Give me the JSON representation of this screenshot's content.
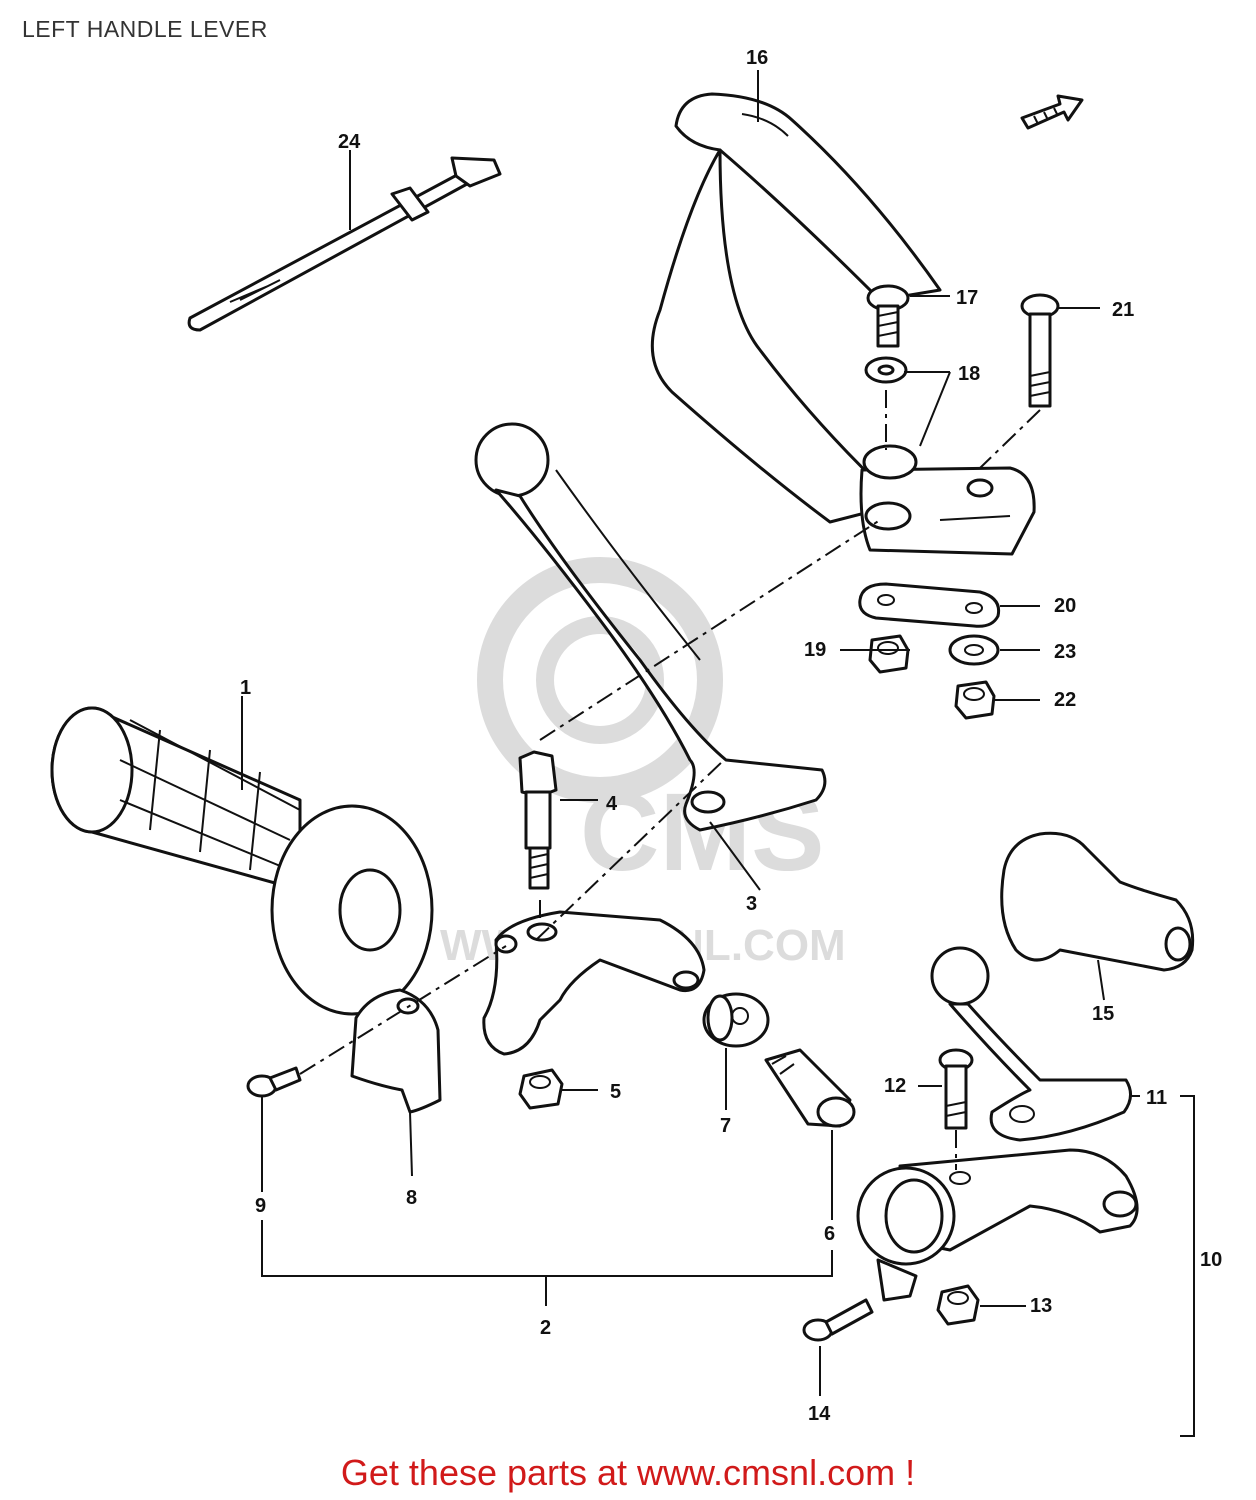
{
  "title": "LEFT HANDLE LEVER",
  "footer": "Get these parts at www.cmsnl.com !",
  "watermark": {
    "logo_text": "CMS",
    "url_text": "WWW.CMSNL.COM"
  },
  "colors": {
    "footer": "#d11a1a",
    "line": "#111111",
    "watermark": "#dcdcdc"
  },
  "parts": {
    "p1": "1",
    "p2": "2",
    "p3": "3",
    "p4": "4",
    "p5": "5",
    "p6": "6",
    "p7": "7",
    "p8": "8",
    "p9": "9",
    "p10": "10",
    "p11": "11",
    "p12": "12",
    "p13": "13",
    "p14": "14",
    "p15": "15",
    "p16": "16",
    "p17": "17",
    "p18": "18",
    "p19": "19",
    "p20": "20",
    "p21": "21",
    "p22": "22",
    "p23": "23",
    "p24": "24"
  }
}
